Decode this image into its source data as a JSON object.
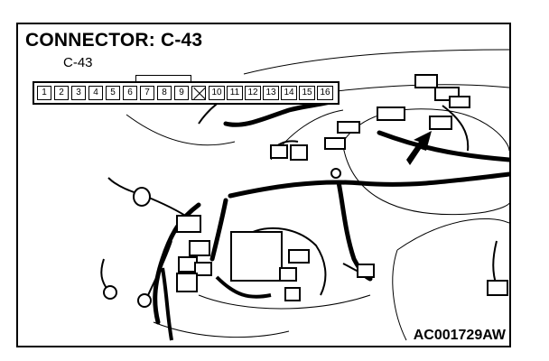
{
  "diagram": {
    "title": "CONNECTOR: C-43",
    "connector_label": "C-43",
    "image_code": "AC001729AW",
    "pins": [
      "1",
      "2",
      "3",
      "4",
      "5",
      "6",
      "7",
      "8",
      "9",
      "",
      "10",
      "11",
      "12",
      "13",
      "14",
      "15",
      "16"
    ]
  }
}
